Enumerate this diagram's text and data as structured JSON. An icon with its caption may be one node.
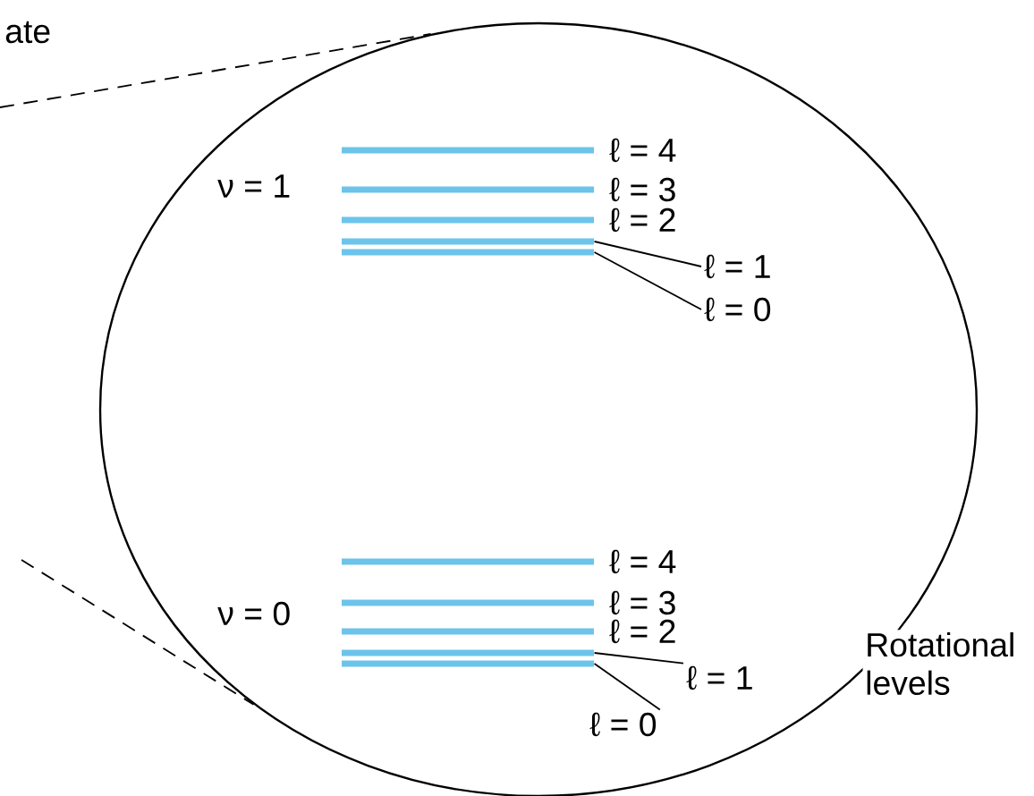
{
  "diagram": {
    "nodes": [
      {
        "text": [],
        "shape": "circle"
      },
      {
        "text": [],
        "shape": "bar",
        "in": 0,
        "beside": [
          "ℓ = 4"
        ]
      },
      {
        "text": [],
        "shape": "bar",
        "in": 0,
        "beside": [
          "ℓ = 3"
        ]
      },
      {
        "text": [],
        "shape": "bar",
        "in": 0,
        "beside": [
          "ℓ = 2"
        ]
      },
      {
        "text": [],
        "shape": "bar",
        "in": 0
      },
      {
        "text": [],
        "shape": "bar",
        "in": 0
      },
      {
        "text": [
          "ℓ = 1"
        ],
        "in": 0
      },
      {
        "text": [
          "ℓ = 0"
        ],
        "in": 0
      },
      {
        "text": [],
        "shape": "bar",
        "in": 0,
        "beside": [
          "ℓ = 4"
        ]
      },
      {
        "text": [],
        "shape": "bar",
        "in": 0,
        "beside": [
          "ℓ = 3"
        ]
      },
      {
        "text": [],
        "shape": "bar",
        "in": 0,
        "beside": [
          "ℓ = 2"
        ]
      },
      {
        "text": [],
        "shape": "bar",
        "in": 0
      },
      {
        "text": [],
        "shape": "bar",
        "in": 0
      },
      {
        "text": [
          "ℓ = 1"
        ],
        "in": 0
      },
      {
        "text": [
          "ℓ = 0"
        ],
        "in": 0
      }
    ],
    "edges": [
      {
        "from": 6,
        "to": 4,
        "arrow": "none"
      },
      {
        "from": 7,
        "to": 5,
        "arrow": "none"
      },
      {
        "from": 13,
        "to": 11,
        "arrow": "none"
      },
      {
        "from": 14,
        "to": 12,
        "arrow": "none"
      },
      {
        "from": null,
        "to": 0,
        "arrow": "none",
        "style": "dashed"
      },
      {
        "from": null,
        "to": 0,
        "arrow": "none",
        "style": "dashed"
      }
    ],
    "labels": [
      "ate",
      "ν = 1",
      "ν = 0",
      "Rotational levels"
    ]
  }
}
